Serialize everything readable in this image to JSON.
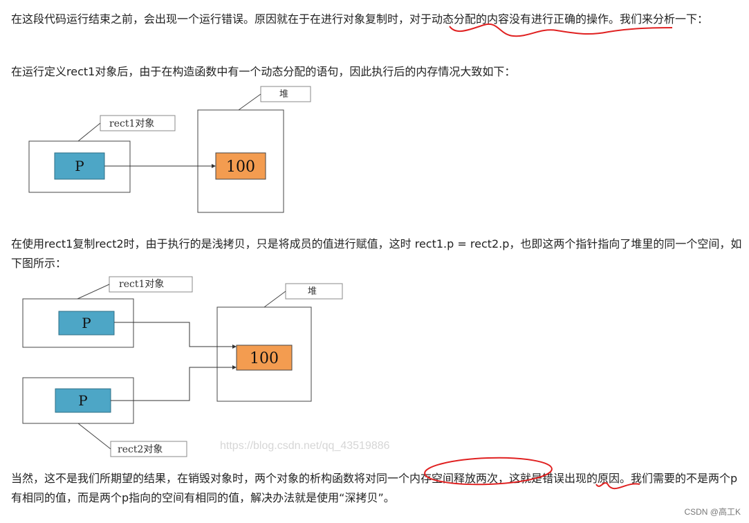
{
  "paragraphs": {
    "p1": "在这段代码运行结束之前，会出现一个运行错误。原因就在于在进行对象复制时，对于动态分配的内容没有进行正确的操作。我们来分析一下：",
    "p2": "在运行定义rect1对象后，由于在构造函数中有一个动态分配的语句，因此执行后的内存情况大致如下：",
    "p3": "在使用rect1复制rect2时，由于执行的是浅拷贝，只是将成员的值进行赋值，这时 rect1.p = rect2.p，也即这两个指针指向了堆里的同一个空间，如下图所示：",
    "p4": "当然，这不是我们所期望的结果，在销毁对象时，两个对象的析构函数将对同一个内存空间释放两次，这就是错误出现的原因。我们需要的不是两个p有相同的值，而是两个p指向的空间有相同的值，解决办法就是使用“深拷贝”。"
  },
  "diagram1": {
    "object_label": "rect1对象",
    "heap_label": "堆",
    "pointer_label": "P",
    "value_label": "100"
  },
  "diagram2": {
    "object1_label": "rect1对象",
    "object2_label": "rect2对象",
    "heap_label": "堆",
    "pointer1_label": "P",
    "pointer2_label": "P",
    "value_label": "100"
  },
  "watermark": "https://blog.csdn.net/qq_43519886",
  "footer": "CSDN @高工K",
  "colors": {
    "pointer_fill": "#4da6c6",
    "value_fill": "#f39c50",
    "annotation_red": "#e02020"
  }
}
